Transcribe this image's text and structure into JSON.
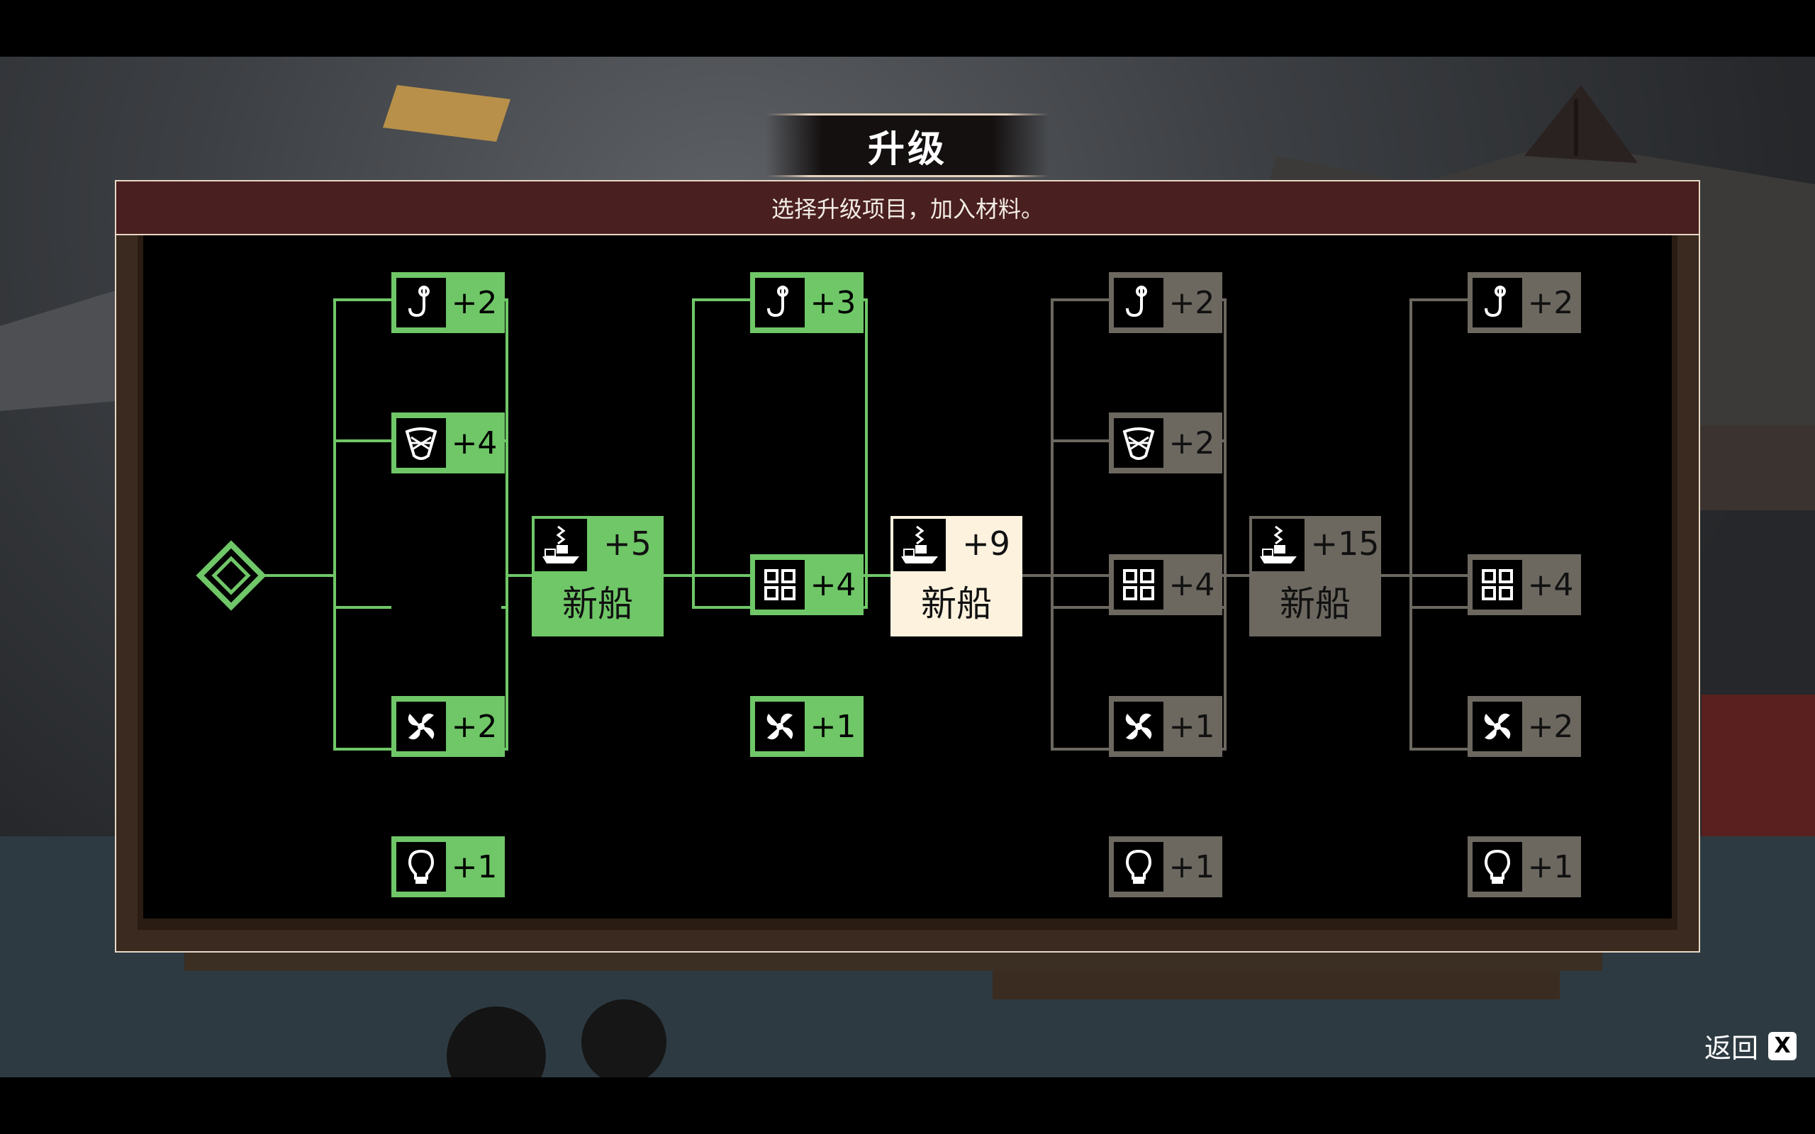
{
  "title": "升级",
  "subtitle": "选择升级项目，加入材料。",
  "colors": {
    "green": "#6fc767",
    "gray": "#6c6860",
    "cream": "#fdf2de",
    "banner": "#4a1f1f"
  },
  "col1": {
    "rod": "+2",
    "net": "+4",
    "engine": "+2",
    "light": "+1"
  },
  "boat1": {
    "value": "+5",
    "label": "新船"
  },
  "col2": {
    "rod": "+3",
    "storage": "+4",
    "engine": "+1"
  },
  "boat2": {
    "value": "+9",
    "label": "新船"
  },
  "col3": {
    "rod": "+2",
    "net": "+2",
    "storage": "+4",
    "engine": "+1",
    "light": "+1"
  },
  "boat3": {
    "value": "+15",
    "label": "新船"
  },
  "col4": {
    "rod": "+2",
    "storage": "+4",
    "engine": "+2",
    "light": "+1"
  },
  "back": {
    "label": "返回",
    "key": "X"
  }
}
